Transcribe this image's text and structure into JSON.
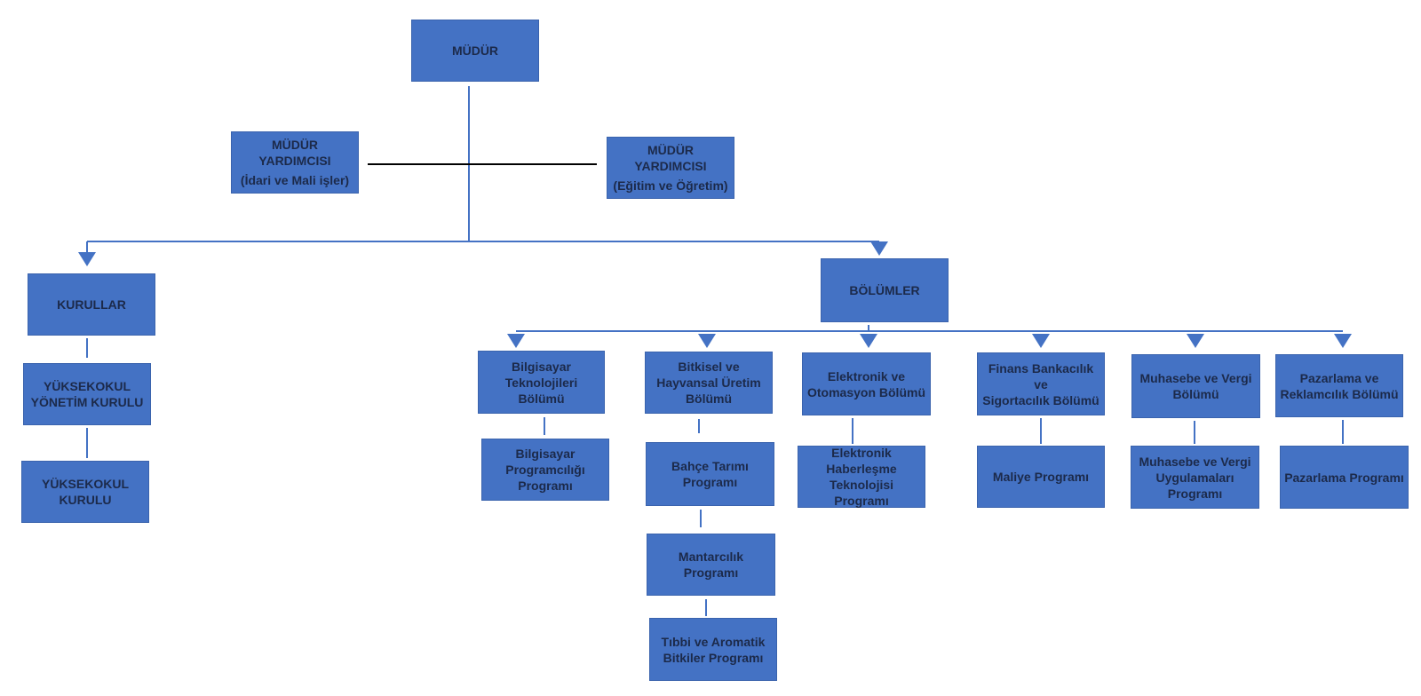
{
  "colors": {
    "box_fill": "#4472c4",
    "connector": "#4472c4",
    "assistant_line": "#000000",
    "text": "#1c2a4a"
  },
  "director": {
    "label": "MÜDÜR"
  },
  "assistant_admin": {
    "line1": "MÜDÜR",
    "line2": "YARDIMCISI",
    "line3": "(İdari ve Mali işler)"
  },
  "assistant_education": {
    "line1": "MÜDÜR",
    "line2": "YARDIMCISI",
    "line3": "(Eğitim ve Öğretim)"
  },
  "boards": {
    "label": "KURULLAR",
    "executive": {
      "line1": "YÜKSEKOKUL",
      "line2": "YÖNETİM KURULU"
    },
    "council": {
      "line1": "YÜKSEKOKUL",
      "line2": "KURULU"
    }
  },
  "departments": {
    "label": "BÖLÜMLER",
    "computer": {
      "line1": "Bilgisayar",
      "line2": "Teknolojileri",
      "line3": "Bölümü",
      "program": {
        "line1": "Bilgisayar",
        "line2": "Programcılığı",
        "line3": "Programı"
      }
    },
    "plant": {
      "line1": "Bitkisel ve",
      "line2": "Hayvansal Üretim",
      "line3": "Bölümü",
      "program1": {
        "line1": "Bahçe Tarımı",
        "line2": "Programı"
      },
      "program2": {
        "line1": "Mantarcılık",
        "line2": "Programı"
      },
      "program3": {
        "line1": "Tıbbi ve Aromatik",
        "line2": "Bitkiler Programı"
      }
    },
    "electronics": {
      "line1": "Elektronik ve",
      "line2": "Otomasyon Bölümü",
      "program": {
        "line1": "Elektronik",
        "line2": "Haberleşme",
        "line3": "Teknolojisi",
        "line4": "Programı"
      }
    },
    "finance": {
      "line1": "Finans Bankacılık ve",
      "line2": "Sigortacılık Bölümü",
      "program": {
        "line1": "Maliye Programı"
      }
    },
    "accounting": {
      "line1": "Muhasebe ve Vergi",
      "line2": "Bölümü",
      "program": {
        "line1": "Muhasebe ve Vergi",
        "line2": "Uygulamaları",
        "line3": "Programı"
      }
    },
    "marketing": {
      "line1": "Pazarlama ve",
      "line2": "Reklamcılık Bölümü",
      "program": {
        "line1": "Pazarlama Programı"
      }
    }
  }
}
